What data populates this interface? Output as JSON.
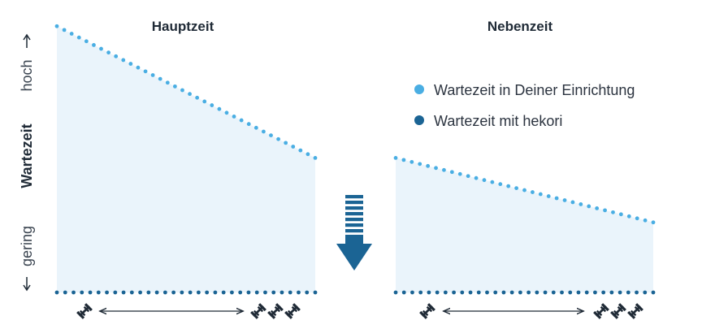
{
  "colors": {
    "current": "#4aaee3",
    "hekori": "#1b6494",
    "area": "#eaf4fb",
    "arrow": "#1b6494",
    "text": "#1f2a36"
  },
  "y_axis": {
    "label": "Wartezeit",
    "high": "hoch",
    "low": "gering"
  },
  "legend": [
    {
      "label": "Wartezeit in Deiner Einrichtung",
      "color": "#4aaee3",
      "marker": "dot"
    },
    {
      "label": "Wartezeit mit hekori",
      "color": "#1b6494",
      "marker": "dot"
    }
  ],
  "chart_data": [
    {
      "type": "line",
      "title": "Hauptzeit",
      "x_axis_icons": {
        "left": "1 dumbbell-icon",
        "right": "3 dumbbell-icons"
      },
      "ylim": [
        0,
        1
      ],
      "series": [
        {
          "name": "Wartezeit in Deiner Einrichtung",
          "x": [
            0,
            1
          ],
          "values": [
            0.95,
            0.48
          ]
        },
        {
          "name": "Wartezeit mit hekori",
          "x": [
            0,
            1
          ],
          "values": [
            0,
            0
          ]
        }
      ]
    },
    {
      "type": "line",
      "title": "Nebenzeit",
      "x_axis_icons": {
        "left": "1 dumbbell-icon",
        "right": "3 dumbbell-icons"
      },
      "ylim": [
        0,
        1
      ],
      "series": [
        {
          "name": "Wartezeit in Deiner Einrichtung",
          "x": [
            0,
            1
          ],
          "values": [
            0.48,
            0.25
          ]
        },
        {
          "name": "Wartezeit mit hekori",
          "x": [
            0,
            1
          ],
          "values": [
            0,
            0
          ]
        }
      ]
    }
  ]
}
